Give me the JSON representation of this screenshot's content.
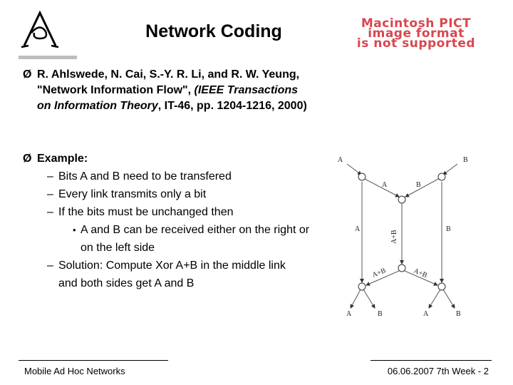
{
  "title": "Network Coding",
  "pict_placeholder": {
    "line1": "Macintosh PICT",
    "line2": "image format",
    "line3": "is not supported"
  },
  "reference": {
    "bullet": "Ø",
    "text_plain": "R. Ahlswede, N. Cai, S.-Y. R. Li, and R. W. Yeung, \"Network Information Flow\", ",
    "text_italic": "(IEEE Transactions on Information Theory",
    "text_tail": ", IT-46, pp. 1204-1216, 2000)"
  },
  "example": {
    "bullet": "Ø",
    "heading": "Example:",
    "items": [
      "Bits A and B need to be transfered",
      "Every link transmits only a bit",
      "If the bits must be unchanged then"
    ],
    "sub_item": "A and B can be received either on the right or on the left side",
    "solution": "Solution: Compute Xor A+B in the middle link and both sides get A and B"
  },
  "diagram": {
    "labels": {
      "src_a": "A",
      "src_b": "B",
      "top_a": "A",
      "top_b": "B",
      "left_a": "A",
      "right_b": "B",
      "middle": "A+B",
      "bottom_left": "A+B",
      "bottom_right": "A+B",
      "out_1": "A",
      "out_2": "B",
      "out_3": "A",
      "out_4": "B"
    }
  },
  "footer": {
    "left": "Mobile Ad Hoc Networks",
    "right": "06.06.2007 7th Week - 2"
  }
}
